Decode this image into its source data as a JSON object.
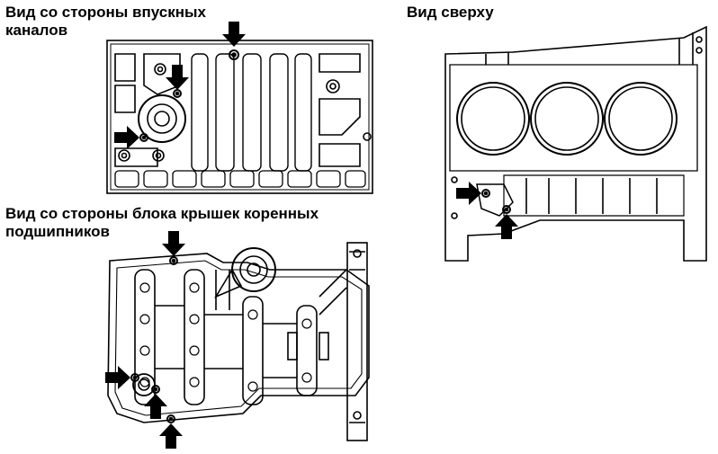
{
  "labels": {
    "intake_view_line1": "Вид со стороны впускных",
    "intake_view_line2": "каналов",
    "top_view": "Вид сверху",
    "main_bearing_view_line1": "Вид со стороны блока крышек коренных",
    "main_bearing_view_line2": "подшипников"
  },
  "colors": {
    "ink": "#000000",
    "background": "#ffffff"
  },
  "icons": [
    "arrow-down-icon",
    "arrow-right-icon",
    "arrow-up-icon"
  ]
}
